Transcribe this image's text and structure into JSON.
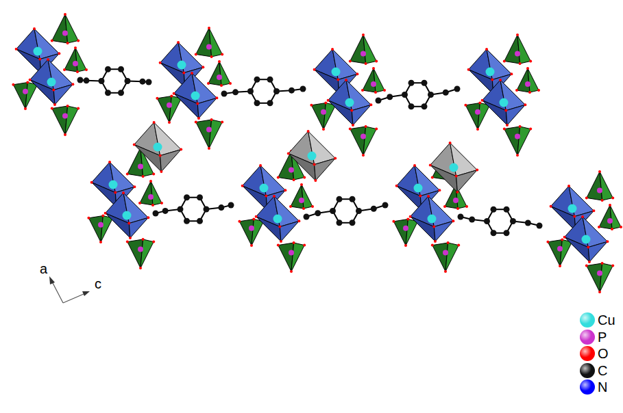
{
  "diagram": {
    "labels": [
      "a",
      "c"
    ],
    "legend": [
      {
        "text": "Cu",
        "color": "#33dddd"
      },
      {
        "text": "P",
        "color": "#cc33cc"
      },
      {
        "text": "O",
        "color": "#ff0000"
      },
      {
        "text": "C",
        "color": "#111111"
      },
      {
        "text": "N",
        "color": "#0000ff"
      }
    ]
  }
}
